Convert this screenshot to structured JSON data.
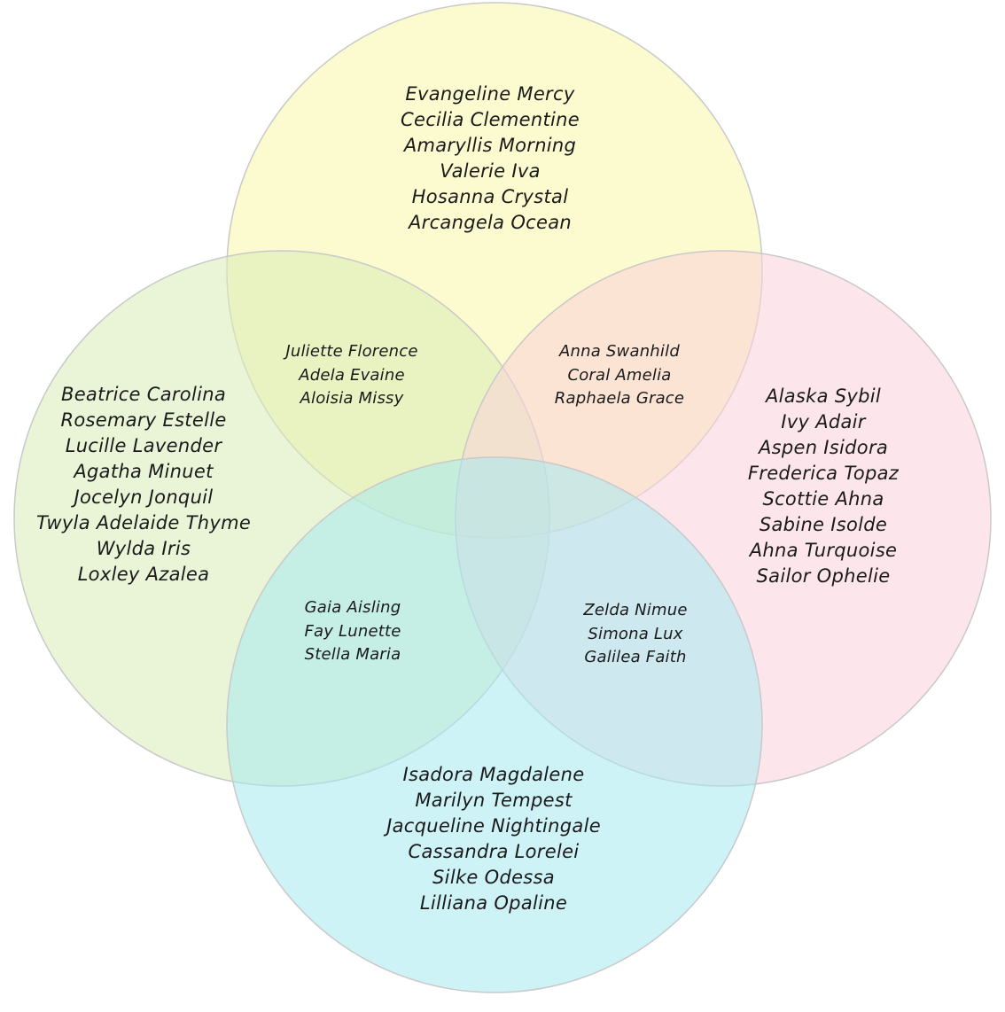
{
  "sets": [
    {
      "id": "top",
      "color": "#f9f7a8",
      "names": [
        "Evangeline Mercy",
        "Cecilia Clementine",
        "Amaryllis Morning",
        "Valerie Iva",
        "Hosanna Crystal",
        "Arcangela Ocean"
      ]
    },
    {
      "id": "left",
      "color": "#d9ecb8",
      "names": [
        "Beatrice Carolina",
        "Rosemary Estelle",
        "Lucille Lavender",
        "Agatha Minuet",
        "Jocelyn Jonquil",
        "Twyla Adelaide Thyme",
        "Wylda Iris",
        "Loxley Azalea"
      ]
    },
    {
      "id": "right",
      "color": "#fbd2da",
      "names": [
        "Alaska Sybil",
        "Ivy Adair",
        "Aspen Isidora",
        "Frederica Topaz",
        "Scottie Ahna",
        "Sabine Isolde",
        "Ahna Turquoise",
        "Sailor Ophelie"
      ]
    },
    {
      "id": "bottom",
      "color": "#a6eaf0",
      "names": [
        "Isadora Magdalene",
        "Marilyn Tempest",
        "Jacqueline Nightingale",
        "Cassandra Lorelei",
        "Silke Odessa",
        "Lilliana Opaline"
      ]
    }
  ],
  "overlaps": {
    "top_left": [
      "Juliette Florence",
      "Adela Evaine",
      "Aloisia Missy"
    ],
    "top_right": [
      "Anna Swanhild",
      "Coral Amelia",
      "Raphaela Grace"
    ],
    "left_bottom": [
      "Gaia Aisling",
      "Fay Lunette",
      "Stella Maria"
    ],
    "right_bottom": [
      "Zelda Nimue",
      "Simona Lux",
      "Galilea Faith"
    ]
  },
  "style": {
    "circle_stroke": "#c9c9c9",
    "text_color": "#1a1a1a"
  }
}
